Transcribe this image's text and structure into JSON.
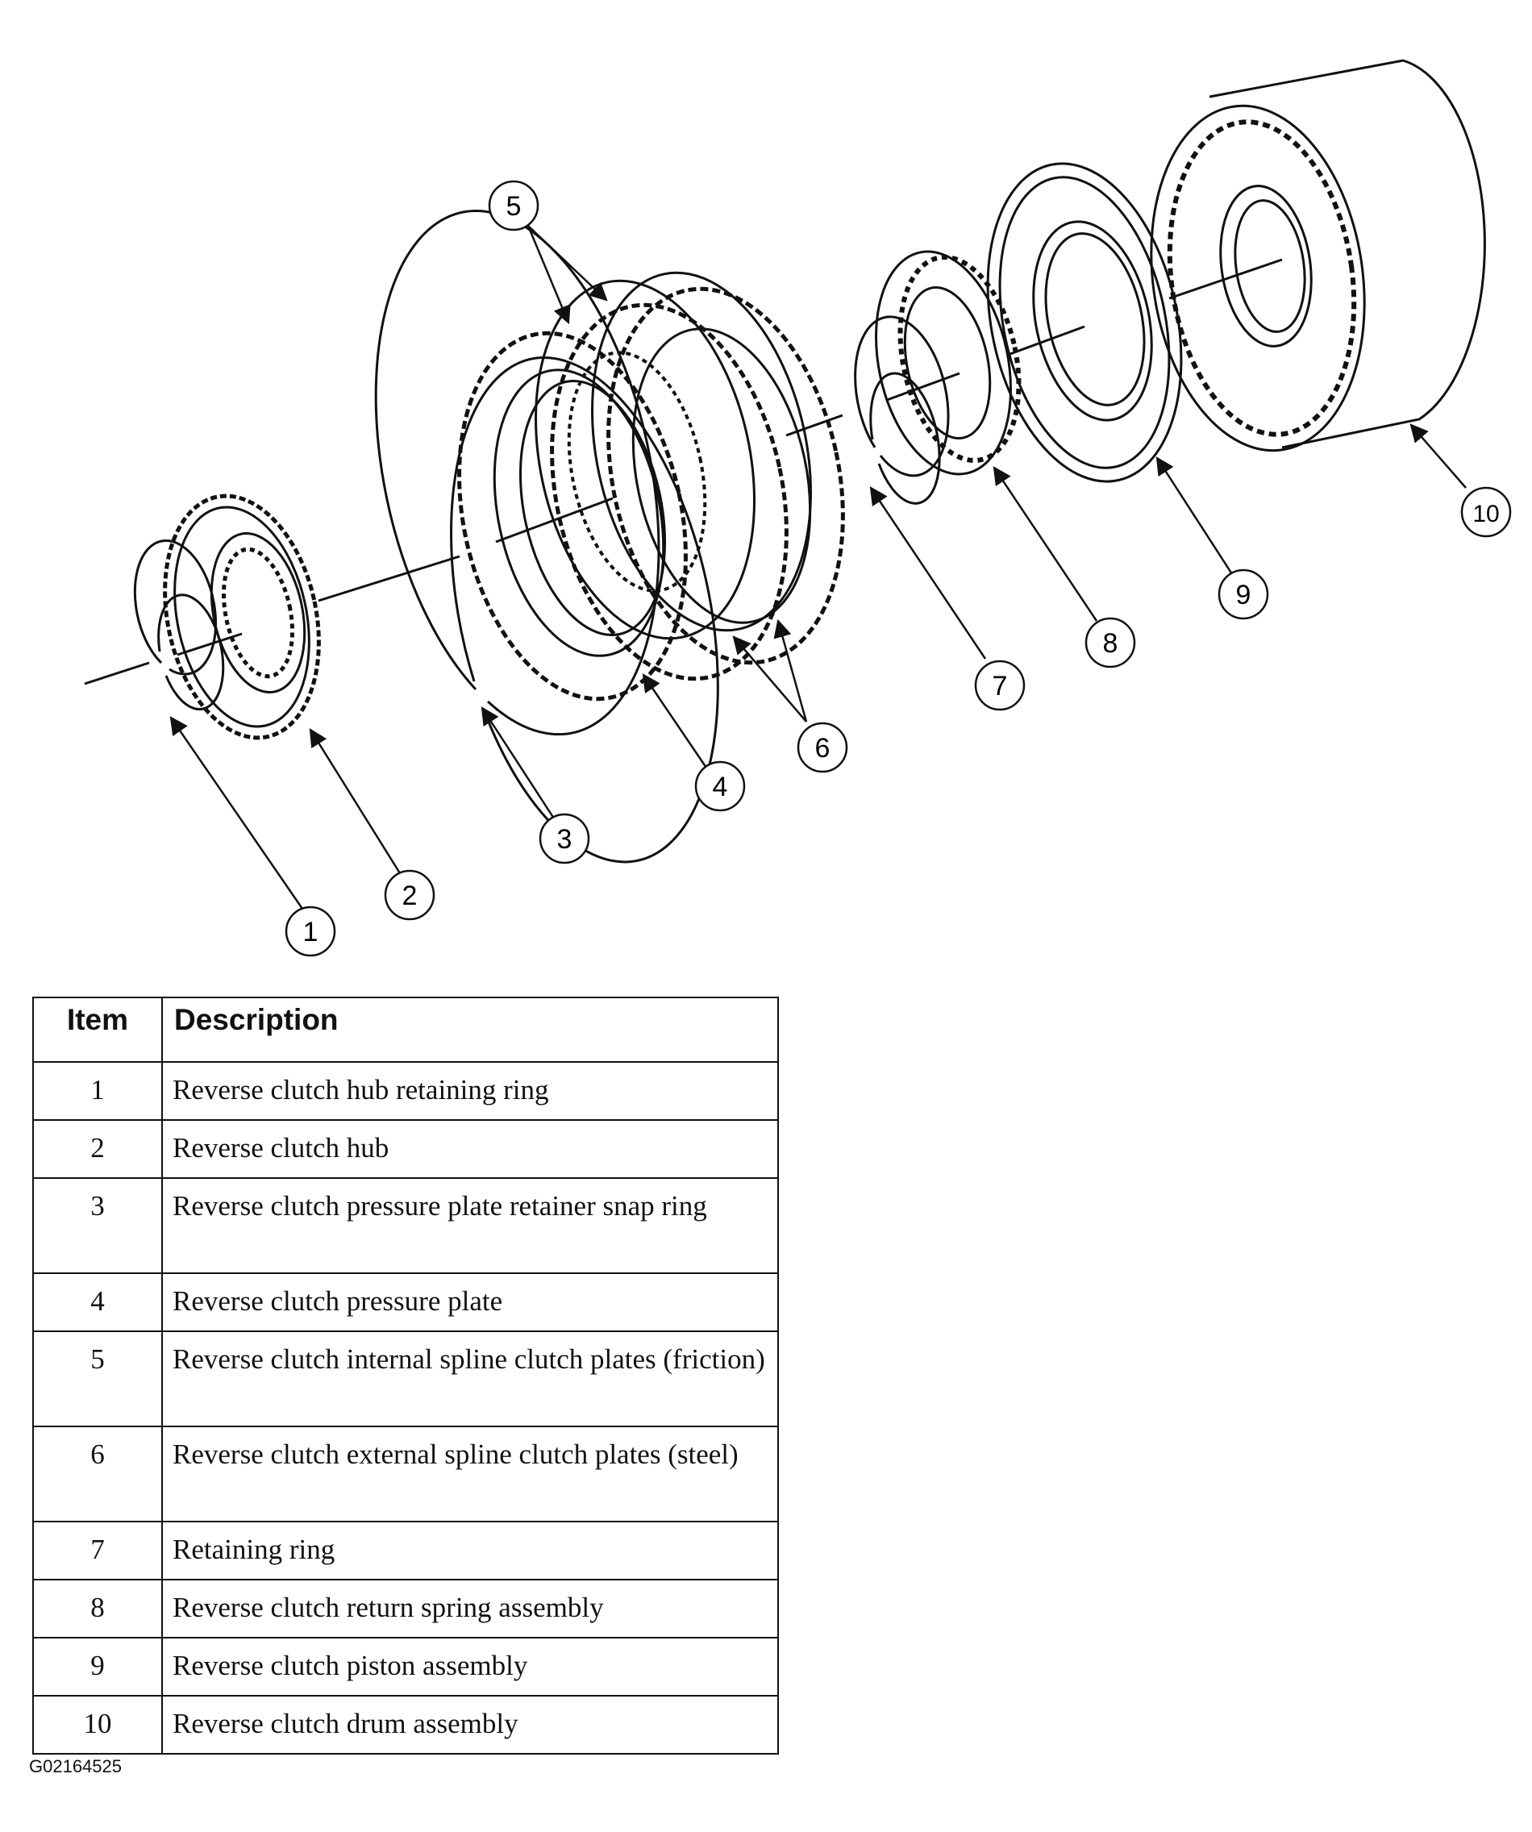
{
  "callouts": [
    "1",
    "2",
    "3",
    "4",
    "5",
    "6",
    "7",
    "8",
    "9",
    "10"
  ],
  "table": {
    "headers": {
      "item": "Item",
      "description": "Description"
    },
    "rows": [
      {
        "item": "1",
        "description": "Reverse clutch hub retaining ring"
      },
      {
        "item": "2",
        "description": "Reverse clutch hub"
      },
      {
        "item": "3",
        "description": "Reverse clutch pressure plate retainer snap ring"
      },
      {
        "item": "4",
        "description": "Reverse clutch pressure plate"
      },
      {
        "item": "5",
        "description": "Reverse clutch internal spline clutch plates (friction)"
      },
      {
        "item": "6",
        "description": "Reverse clutch external spline clutch plates (steel)"
      },
      {
        "item": "7",
        "description": "Retaining ring"
      },
      {
        "item": "8",
        "description": "Reverse clutch return spring assembly"
      },
      {
        "item": "9",
        "description": "Reverse clutch piston assembly"
      },
      {
        "item": "10",
        "description": "Reverse clutch drum assembly"
      }
    ]
  },
  "figure_code": "G02164525"
}
